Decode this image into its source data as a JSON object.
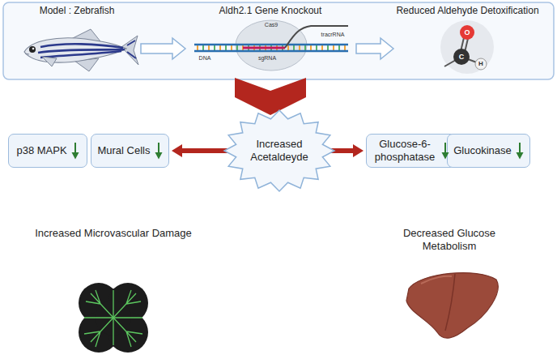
{
  "diagram": {
    "nodes": [
      {
        "text": [
          "Model : Zebrafish"
        ]
      },
      {
        "text": [
          "Aldh2.1 Gene Knockout"
        ]
      },
      {
        "text": [
          "Reduced Aldehyde Detoxification"
        ]
      },
      {
        "text": [
          "Increased Acetaldeyde"
        ]
      },
      {
        "text": [
          "p38 MAPK"
        ]
      },
      {
        "text": [
          "Mural Cells"
        ]
      },
      {
        "text": [
          "Glucose-6-phosphatase"
        ]
      },
      {
        "text": [
          "Glucokinase"
        ]
      }
    ],
    "edges": [
      {
        "from": 0,
        "to": 1,
        "arrow": "to"
      },
      {
        "from": 1,
        "to": 2,
        "arrow": "to"
      },
      {
        "from": 1,
        "to": 3,
        "arrow": "to"
      },
      {
        "from": 3,
        "to": 5,
        "arrow": "to"
      },
      {
        "from": 3,
        "to": 6,
        "arrow": "to"
      }
    ],
    "labels": [
      "Cas9",
      "DNA",
      "sgRNA",
      "tracrRNA",
      "O",
      "C",
      "H",
      "Increased Microvascular Damage",
      "Decreased Glucose Metabolism"
    ]
  }
}
